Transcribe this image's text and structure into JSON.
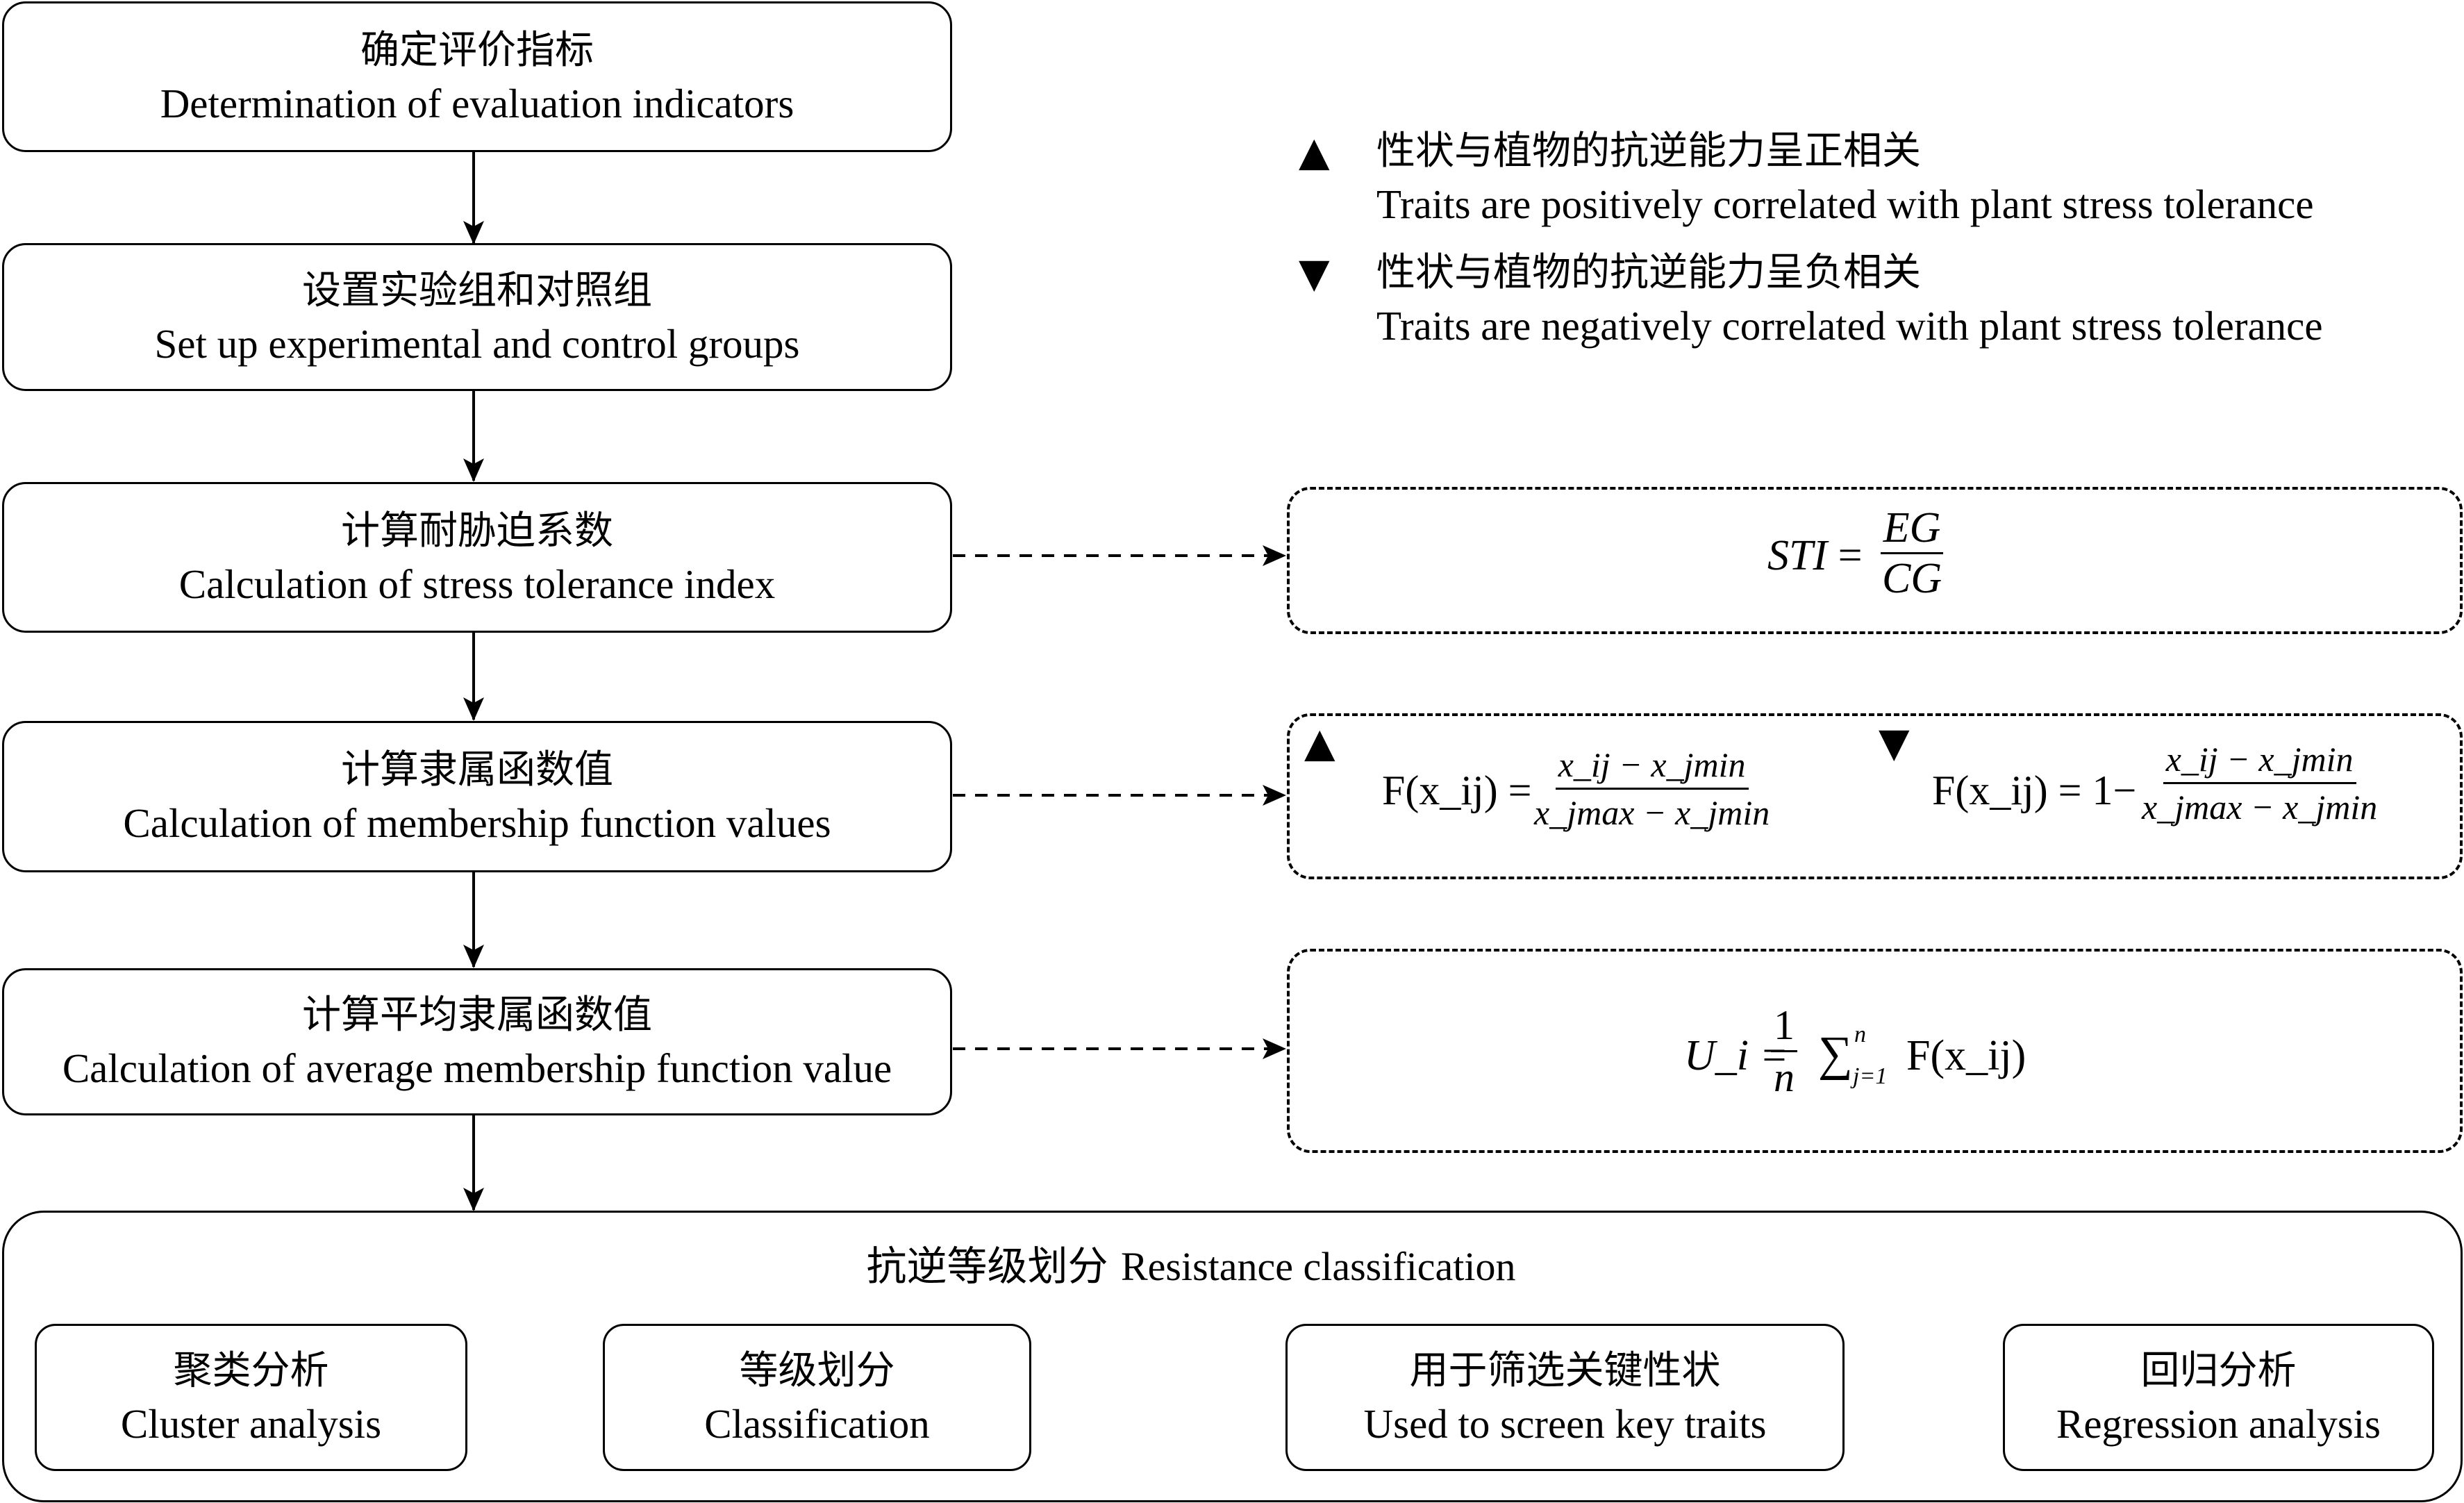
{
  "flow_steps": [
    {
      "zh": "确定评价指标",
      "en": "Determination of evaluation indicators"
    },
    {
      "zh": "设置实验组和对照组",
      "en": "Set up experimental and control groups"
    },
    {
      "zh": "计算耐胁迫系数",
      "en": "Calculation of stress tolerance index"
    },
    {
      "zh": "计算隶属函数值",
      "en": "Calculation of membership function values"
    },
    {
      "zh": "计算平均隶属函数值",
      "en": "Calculation of average membership function value"
    }
  ],
  "legend": {
    "positive": {
      "symbol": "▲",
      "zh": "性状与植物的抗逆能力呈正相关",
      "en": "Traits are positively correlated with plant stress tolerance"
    },
    "negative": {
      "symbol": "▼",
      "zh": "性状与植物的抗逆能力呈负相关",
      "en": "Traits are negatively correlated with plant stress tolerance"
    }
  },
  "formulas": {
    "sti": {
      "lhs": "STI",
      "eq": "=",
      "numerator": "EG",
      "denominator": "CG"
    },
    "membership_positive": {
      "symbol": "▲",
      "lhs": "F(x_ij) =",
      "numerator": "x_ij − x_jmin",
      "denominator": "x_jmax − x_jmin"
    },
    "membership_negative": {
      "symbol": "▼",
      "lhs": "F(x_ij) = 1−",
      "numerator": "x_ij − x_jmin",
      "denominator": "x_jmax − x_jmin"
    },
    "average": {
      "lhs": "U_i =",
      "numerator": "1",
      "denominator": "n",
      "sum": "∑",
      "sum_upper": "n",
      "sum_lower": "j=1",
      "rhs": "F(x_ij)"
    }
  },
  "classification": {
    "title_zh": "抗逆等级划分",
    "title_en": "Resistance classification",
    "boxes": [
      {
        "zh": "聚类分析",
        "en": "Cluster analysis"
      },
      {
        "zh": "等级划分",
        "en": "Classification"
      },
      {
        "zh": "用于筛选关键性状",
        "en": "Used to screen key traits"
      },
      {
        "zh": "回归分析",
        "en": "Regression analysis"
      }
    ]
  }
}
